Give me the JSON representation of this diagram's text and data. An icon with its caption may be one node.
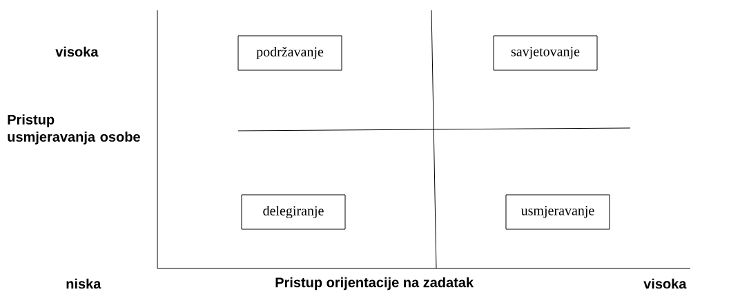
{
  "diagram": {
    "nodes": [
      {
        "text": [
          "podržavanje"
        ]
      },
      {
        "text": [
          "savjetovanje"
        ]
      },
      {
        "text": [
          "delegiranje"
        ]
      },
      {
        "text": [
          "usmjeravanje"
        ]
      }
    ],
    "labels": [
      "visoka",
      "Pristup usmjeravanja osobe",
      "niska",
      "Pristup orijentacije na zadatak",
      "visoka"
    ]
  }
}
